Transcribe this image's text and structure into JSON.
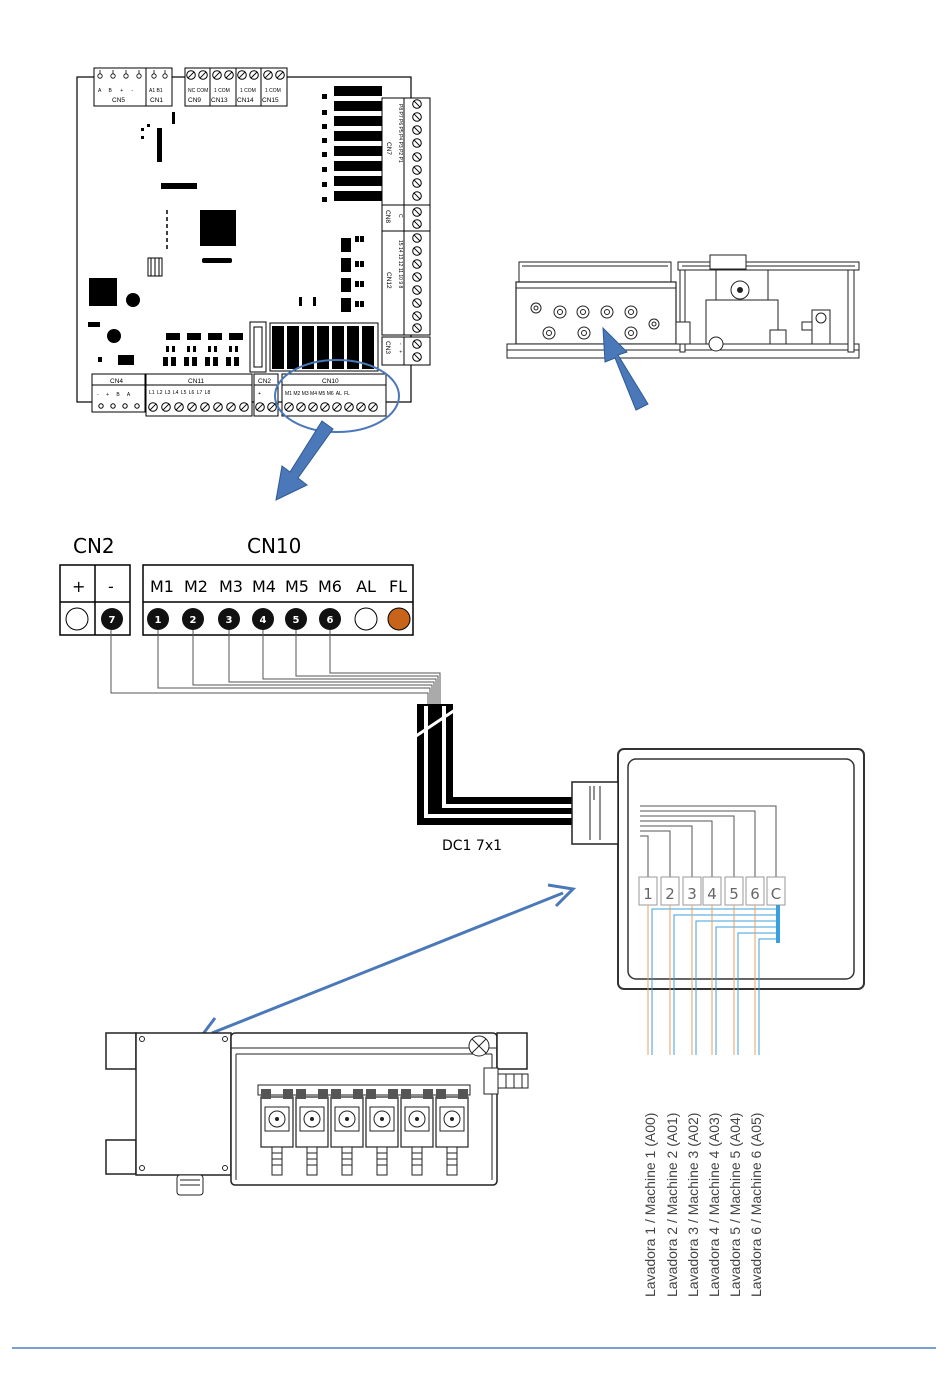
{
  "pcb": {
    "top_connectors": [
      {
        "label": "CN5",
        "pins": [
          "A",
          "B",
          "+",
          "-"
        ]
      },
      {
        "label": "CN1",
        "pins": [
          "A1",
          "B1"
        ]
      },
      {
        "label": "CN9",
        "pins": [
          "NC",
          "COM"
        ]
      },
      {
        "label": "CN13",
        "pins": [
          "1",
          "COM"
        ]
      },
      {
        "label": "CN14",
        "pins": [
          "1",
          "COM"
        ]
      },
      {
        "label": "CN15",
        "pins": [
          "1",
          "COM"
        ]
      }
    ],
    "right_connectors": [
      {
        "label": "CN7",
        "pins": [
          "P8",
          "P7",
          "P6",
          "P5",
          "P4",
          "P3",
          "P2",
          "P1"
        ]
      },
      {
        "label": "CN8",
        "pins": [
          "C"
        ]
      },
      {
        "label": "CN12",
        "pins": [
          "15",
          "14",
          "13",
          "12",
          "11",
          "10",
          "9",
          "8"
        ]
      },
      {
        "label": "CN3",
        "pins": [
          "-",
          "+"
        ]
      }
    ],
    "bottom_connectors": [
      {
        "label": "CN4",
        "pins": [
          "-",
          "+",
          "B",
          "A"
        ]
      },
      {
        "label": "CN11",
        "pins": [
          "L1",
          "L2",
          "L3",
          "L4",
          "L5",
          "L6",
          "L7",
          "L8"
        ]
      },
      {
        "label": "CN2",
        "pins": [
          "+"
        ]
      },
      {
        "label": "CN10",
        "pins": [
          "M1",
          "M2",
          "M3",
          "M4",
          "M5",
          "M6",
          "AL",
          "FL"
        ]
      }
    ]
  },
  "detail": {
    "cn2": {
      "title": "CN2",
      "pins": [
        "+",
        "-"
      ],
      "terminals": [
        "",
        "7"
      ]
    },
    "cn10": {
      "title": "CN10",
      "pins": [
        "M1",
        "M2",
        "M3",
        "M4",
        "M5",
        "M6",
        "AL",
        "FL"
      ],
      "terminals": [
        "1",
        "2",
        "3",
        "4",
        "5",
        "6",
        "",
        ""
      ]
    }
  },
  "cable": {
    "label": "DC1 7x1"
  },
  "junction_box": {
    "terminals": [
      "1",
      "2",
      "3",
      "4",
      "5",
      "6",
      "C"
    ]
  },
  "washers": [
    "Lavadora 1 / Machine 1 (A00)",
    "Lavadora 2 / Machine 2 (A01)",
    "Lavadora 3 / Machine 3 (A02)",
    "Lavadora 4 / Machine 4 (A03)",
    "Lavadora 5 / Machine 5 (A04)",
    "Lavadora 6 / Machine 6 (A05)"
  ],
  "colors": {
    "arrow": "#4a78b8",
    "arrow_dark": "#2f5a94",
    "fl_terminal": "#c8641a",
    "wire_blue": "#3aa0dc",
    "wire_orange": "#e8a060",
    "footer_line": "#4f81bd"
  }
}
